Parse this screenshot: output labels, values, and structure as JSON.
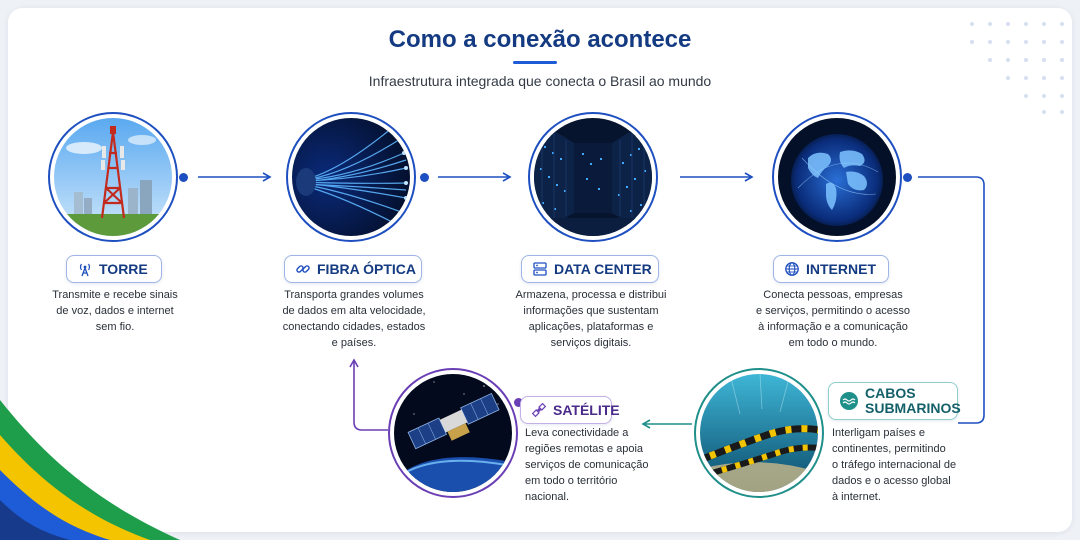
{
  "header": {
    "title": "Como a conexão acontece",
    "subtitle": "Infraestrutura integrada que conecta o Brasil ao mundo"
  },
  "nodes": [
    {
      "id": "torre",
      "label": "TORRE",
      "icon": "antenna-icon",
      "description": [
        "Transmite e recebe sinais",
        "de voz, dados e internet",
        "sem fio."
      ]
    },
    {
      "id": "fibra",
      "label": "FIBRA ÓPTICA",
      "icon": "link-icon",
      "description": [
        "Transporta grandes volumes",
        "de dados em alta velocidade,",
        "conectando cidades, estados",
        "e países."
      ]
    },
    {
      "id": "datacenter",
      "label": "DATA CENTER",
      "icon": "server-icon",
      "description": [
        "Armazena, processa e distribui",
        "informações que sustentam",
        "aplicações, plataformas e",
        "serviços digitais."
      ]
    },
    {
      "id": "internet",
      "label": "INTERNET",
      "icon": "globe-icon",
      "description": [
        "Conecta pessoas, empresas",
        "e serviços, permitindo o acesso",
        "à informação e a comunicação",
        "em todo o mundo."
      ]
    },
    {
      "id": "cabos",
      "label": "CABOS SUBMARINOS",
      "label_lines": [
        "CABOS",
        "SUBMARINOS"
      ],
      "icon": "waves-icon",
      "description": [
        "Interligam países e",
        "continentes, permitindo",
        "o tráfego internacional de",
        "dados e o acesso global",
        "à internet."
      ]
    },
    {
      "id": "satelite",
      "label": "SATÉLITE",
      "icon": "satellite-icon",
      "description": [
        "Leva conectividade a",
        "regiões remotas e apoia",
        "serviços de comunicação",
        "em todo o território",
        "nacional."
      ]
    }
  ],
  "colors": {
    "primary": "#143a82",
    "accent": "#1e5bd7",
    "teal": "#1f8f8a",
    "purple": "#6a3fb5",
    "green": "#1e9e4a",
    "yellow": "#f5c400"
  }
}
